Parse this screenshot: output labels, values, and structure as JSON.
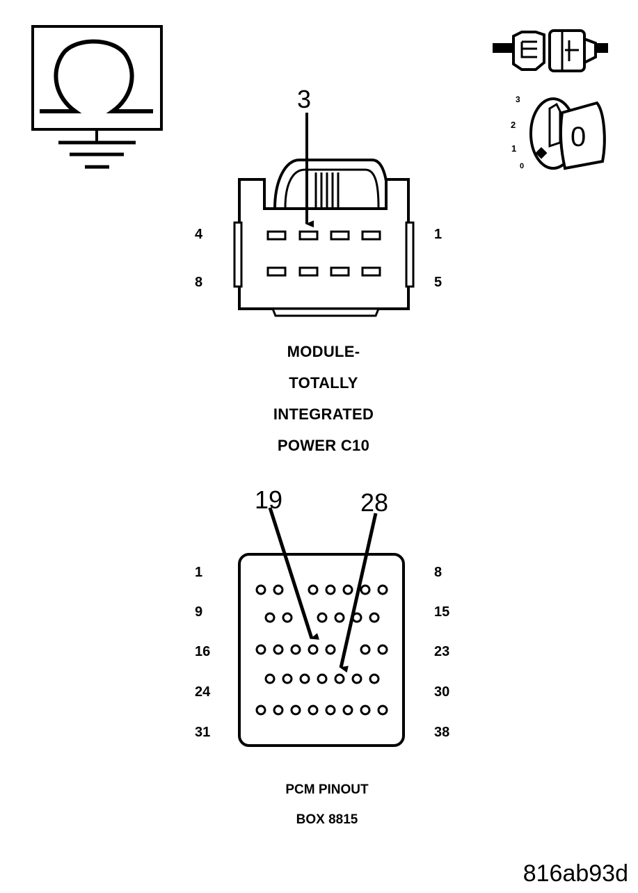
{
  "connector_c10": {
    "callout_pin": "3",
    "pin_labels": {
      "top_left": "4",
      "top_right": "1",
      "bottom_left": "8",
      "bottom_right": "5"
    },
    "caption_lines": [
      "MODULE-",
      "TOTALLY",
      "INTEGRATED",
      "POWER C10"
    ]
  },
  "pcm_connector": {
    "callouts": [
      "19",
      "28"
    ],
    "row_labels_left": [
      "1",
      "9",
      "16",
      "24",
      "31"
    ],
    "row_labels_right": [
      "8",
      "15",
      "23",
      "30",
      "38"
    ],
    "caption_lines": [
      "PCM PINOUT",
      "BOX 8815"
    ]
  },
  "ignition_switch": {
    "positions": [
      "3",
      "2",
      "1",
      "0"
    ],
    "key_label": "0"
  },
  "figure_code": "816ab93d",
  "icons": [
    "ohmmeter-icon",
    "connector-disconnected-icon",
    "ignition-key-icon"
  ]
}
